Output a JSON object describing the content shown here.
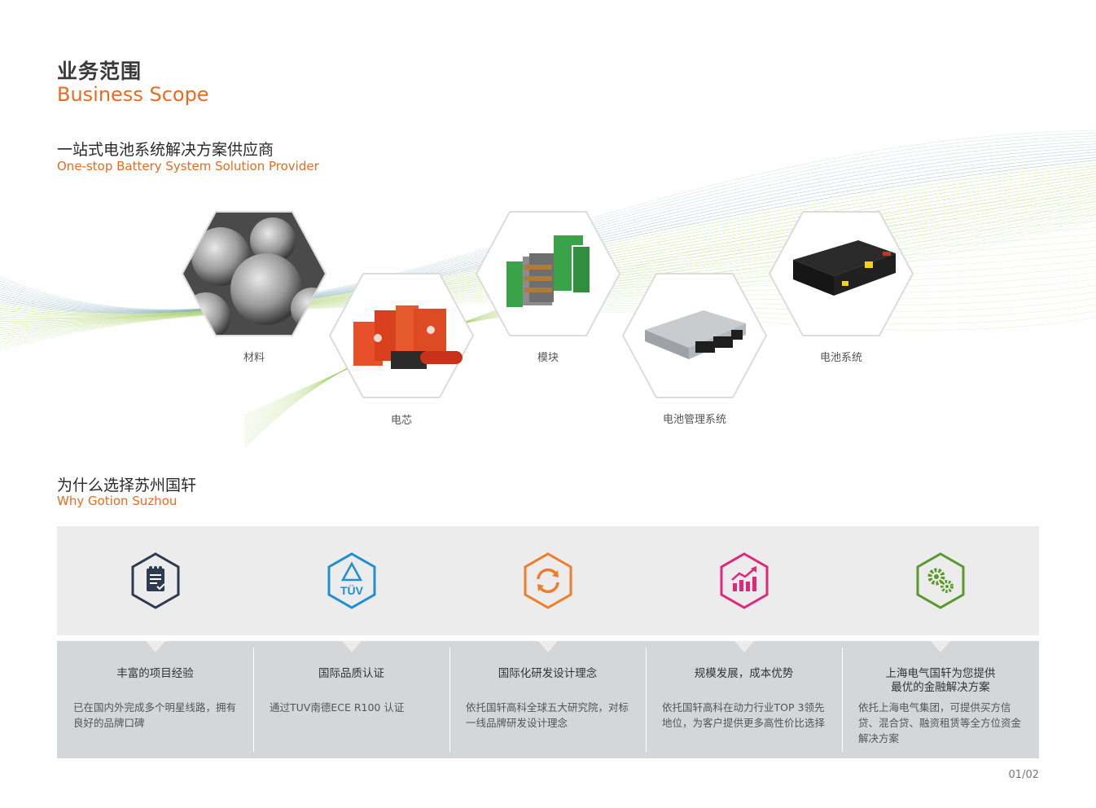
{
  "header": {
    "title_cn": "业务范围",
    "title_en": "Business Scope"
  },
  "section1": {
    "title_cn": "一站式电池系统解决方案供应商",
    "title_en": "One-stop Battery System Solution Provider",
    "products": [
      {
        "label": "材料",
        "image": "material-particles"
      },
      {
        "label": "电芯",
        "image": "battery-cells"
      },
      {
        "label": "模块",
        "image": "battery-module"
      },
      {
        "label": "电池管理系统",
        "image": "bms-unit"
      },
      {
        "label": "电池系统",
        "image": "battery-pack"
      }
    ]
  },
  "section2": {
    "title_cn": "为什么选择苏州国轩",
    "title_en": "Why Gotion Suzhou",
    "badge_text": "TÜV",
    "icons": [
      {
        "name": "checklist-icon",
        "color": "#2e3a4f"
      },
      {
        "name": "tuv-icon",
        "color": "#1e8fd0"
      },
      {
        "name": "refresh-icon",
        "color": "#ef7d2a"
      },
      {
        "name": "growth-chart-icon",
        "color": "#e0287a"
      },
      {
        "name": "gears-icon",
        "color": "#5a9a2c"
      }
    ],
    "cards": [
      {
        "title": "丰富的项目经验",
        "body": "已在国内外完成多个明星线路，拥有良好的品牌口碑"
      },
      {
        "title": "国际品质认证",
        "body": "通过TUV南德ECE R100 认证"
      },
      {
        "title": "国际化研发设计理念",
        "body": "依托国轩高科全球五大研究院，对标一线品牌研发设计理念"
      },
      {
        "title": "规模发展，成本优势",
        "body": "依托国轩高科在动力行业TOP 3领先地位，为客户提供更多高性价比选择"
      },
      {
        "title": "上海电气国轩为您提供\n最优的金融解决方案",
        "body": "依托上海电气集团，可提供买方信贷、混合贷、融资租赁等全方位资金解决方案"
      }
    ]
  },
  "footer": {
    "page_number": "01/02"
  },
  "colors": {
    "accent": "#ec6a1f",
    "wave_green": "#8fc33c",
    "wave_blue": "#3f7f96",
    "panel_bg": "#ececec",
    "card_bg": "#d4d6d8"
  }
}
